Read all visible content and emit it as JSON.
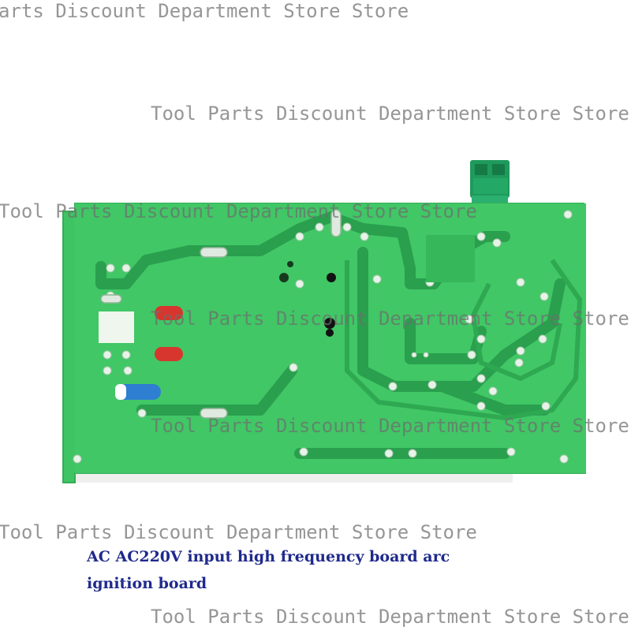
{
  "watermark": {
    "text": "Tool Parts Discount Department Store Store",
    "top_text": "arts Discount Department Store Store",
    "color": "#6e6e6e"
  },
  "caption": {
    "line1": "AC AC220V input high frequency board arc",
    "line2": "ignition board",
    "color": "#1f2a8c"
  },
  "board": {
    "pcb_color": "#3fc463",
    "trace_color": "#2aa14c",
    "connector_color": "#1f9a5c"
  }
}
